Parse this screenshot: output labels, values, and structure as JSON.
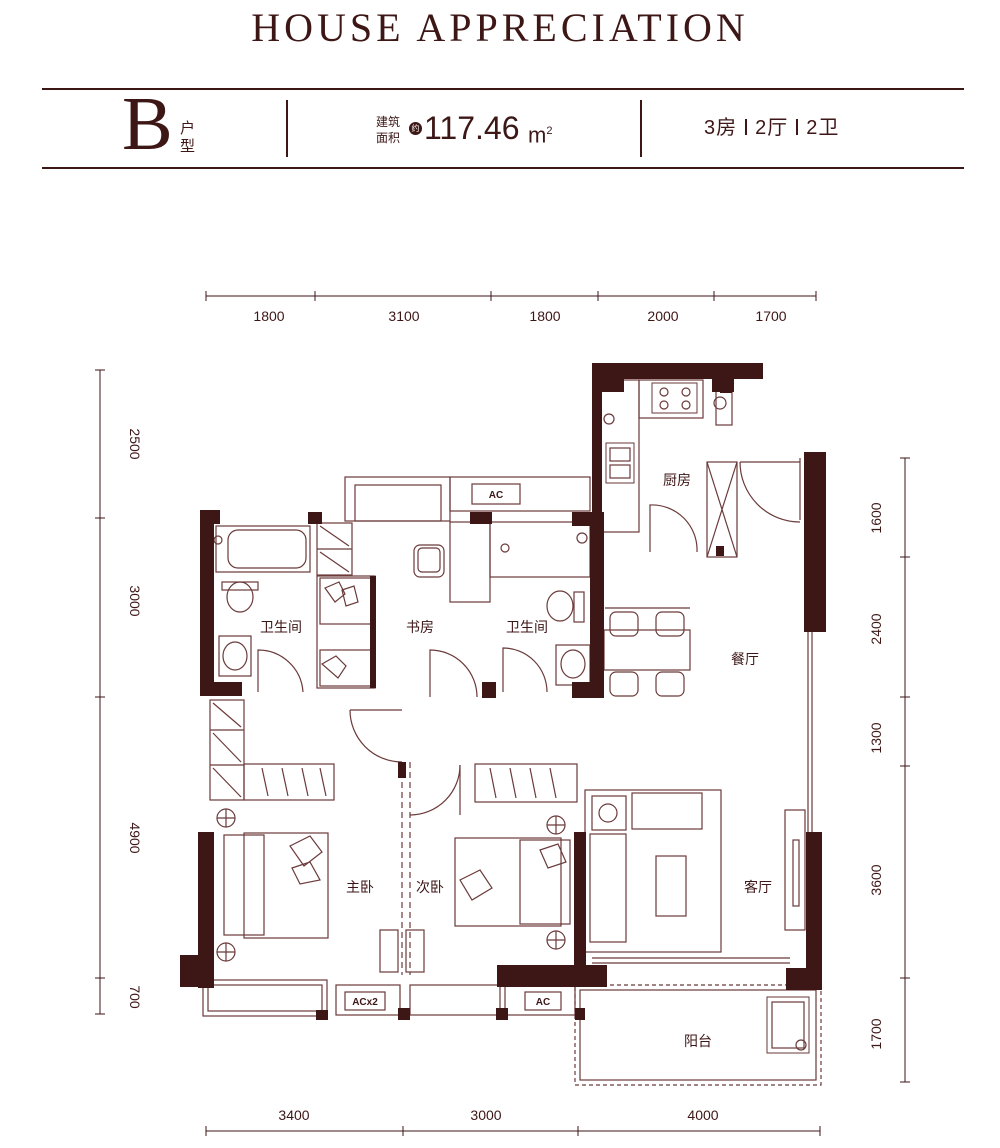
{
  "header": {
    "title": "HOUSE APPRECIATION",
    "unit_letter": "B",
    "unit_suffix": "户型",
    "area_label": "建筑面积",
    "area_badge": "约",
    "area_value": "117.46",
    "area_unit": "m",
    "area_unit_sup": "2",
    "rooms": [
      "3房",
      "2厅",
      "2卫"
    ]
  },
  "dimensions": {
    "top": [
      "1800",
      "3100",
      "1800",
      "2000",
      "1700"
    ],
    "left": [
      "2500",
      "3000",
      "4900",
      "700"
    ],
    "right": [
      "1600",
      "2400",
      "1300",
      "3600",
      "1700"
    ],
    "bottom": [
      "3400",
      "3000",
      "4000"
    ]
  },
  "rooms": {
    "kitchen": "厨房",
    "bath_left": "卫生间",
    "study": "书房",
    "bath_right": "卫生间",
    "dining": "餐厅",
    "master": "主卧",
    "second": "次卧",
    "living": "客厅",
    "balcony": "阳台"
  },
  "equipment": {
    "ac_top": "AC",
    "ac_bottom_left": "ACx2",
    "ac_bottom_right": "AC"
  },
  "colors": {
    "wall": "#3d1616",
    "line": "#6b3a3a",
    "text": "#3d1616"
  }
}
